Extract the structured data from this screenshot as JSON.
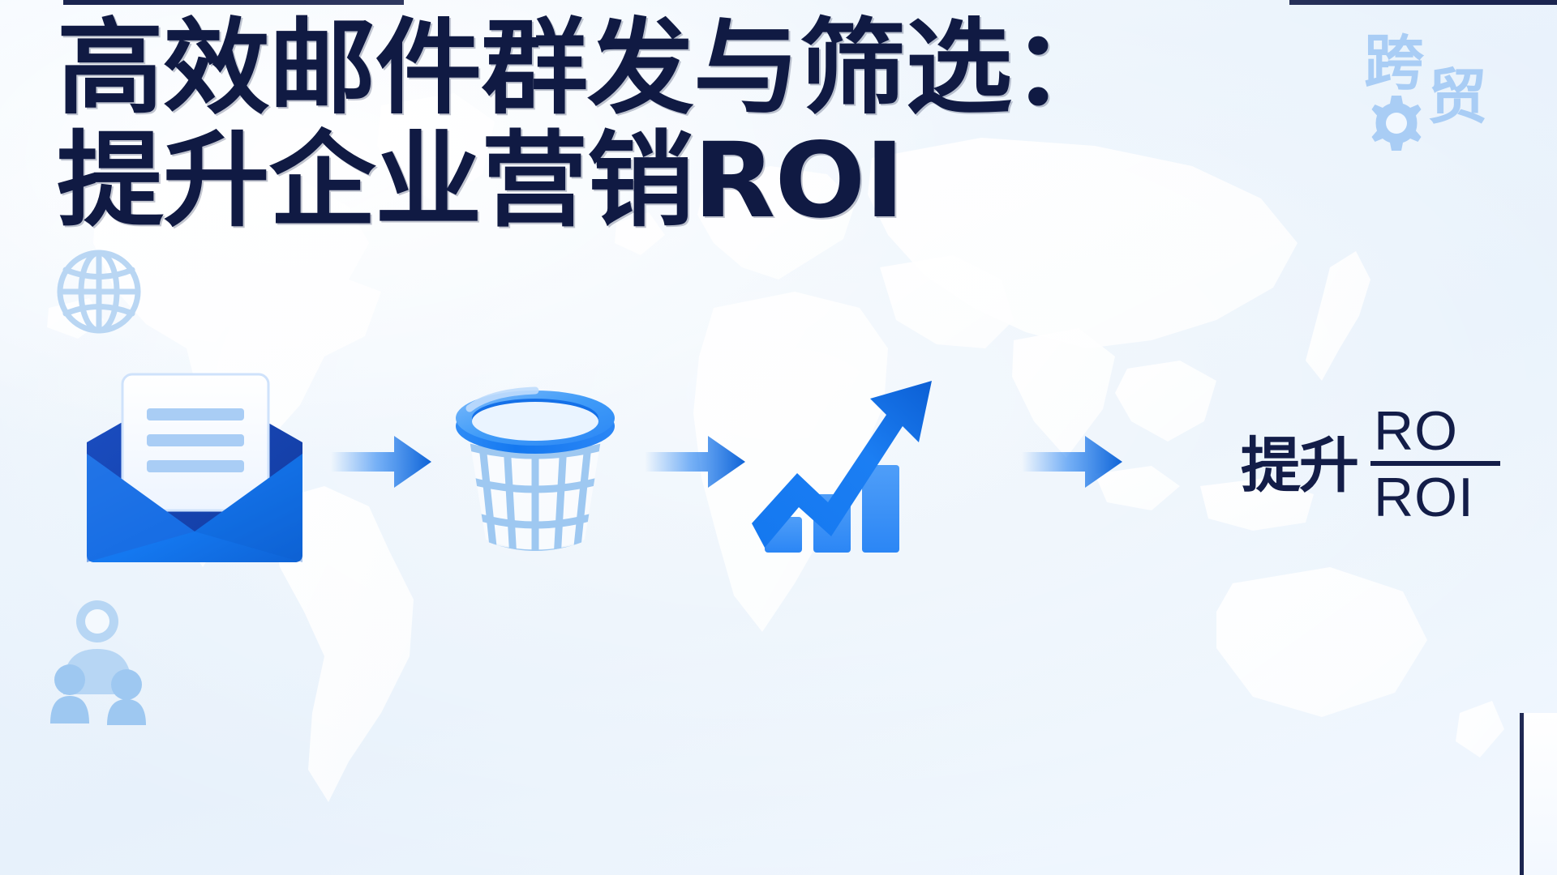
{
  "poster": {
    "background_color": "#eaf3fc",
    "accent_color": "#1478f0",
    "ink_color": "#101a43",
    "pale_blue": "#a9cdf5"
  },
  "title": {
    "line1": "高效邮件群发与筛选：",
    "line2": "提升企业营销ROI"
  },
  "brand": {
    "char1": "跨",
    "char2": "贸",
    "gear_icon": "gear-icon"
  },
  "flow": {
    "steps": [
      {
        "id": "email",
        "icon": "open-envelope-icon",
        "label": ""
      },
      {
        "id": "filter",
        "icon": "filter-basket-icon",
        "label": ""
      },
      {
        "id": "growth",
        "icon": "growth-chart-arrow-icon",
        "label": ""
      },
      {
        "id": "roi",
        "icon": "roi-text",
        "label": ""
      }
    ],
    "arrows": [
      {
        "id": "arrow-1",
        "icon": "arrow-right-icon"
      },
      {
        "id": "arrow-2",
        "icon": "arrow-right-icon"
      },
      {
        "id": "arrow-3",
        "icon": "arrow-right-icon"
      }
    ]
  },
  "roi": {
    "prefix": "提升",
    "numerator": "RO",
    "denominator": "ROI"
  },
  "decorations": {
    "globe_icon": "globe-icon",
    "people_icon": "people-group-icon",
    "map_icon": "world-map-background"
  }
}
